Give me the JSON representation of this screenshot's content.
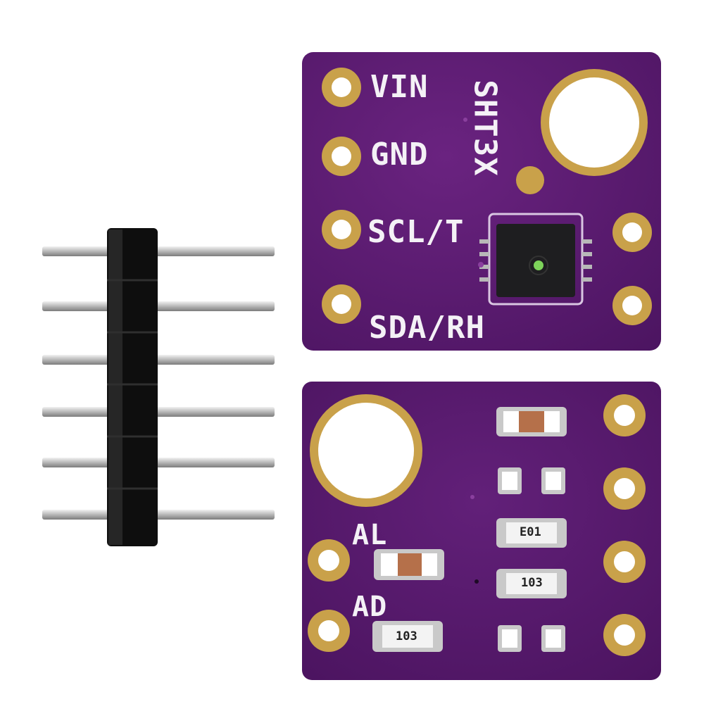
{
  "scene": "product-photo",
  "header": {
    "pin_count": 6
  },
  "board_top": {
    "color": "#5b1b6e",
    "pins": [
      "VIN",
      "GND",
      "SCL/T",
      "SDA/RH"
    ],
    "chip_name": "SHT3X"
  },
  "board_bottom": {
    "color": "#5b1b6e",
    "jumper_al": "AL",
    "jumper_ad": "AD",
    "resistor_103_a": "103",
    "resistor_103_b": "103",
    "resistor_e01": "E01"
  },
  "colors": {
    "gold_pad": "#c9a14a",
    "pcb": "#5b1b6e",
    "header_plastic": "#111111",
    "pin_metal": "#c8c8c8"
  }
}
